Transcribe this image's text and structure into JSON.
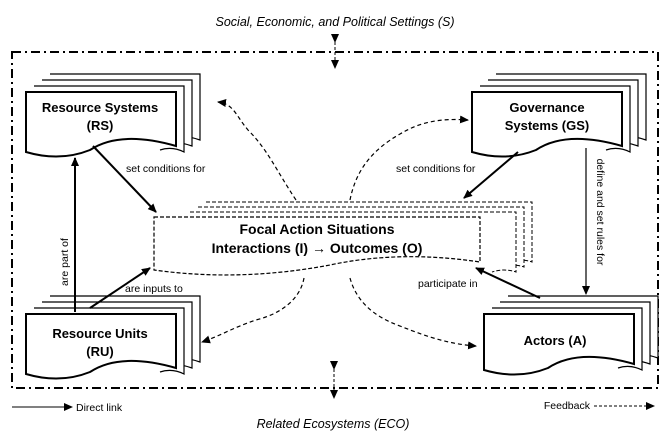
{
  "settings": {
    "top": "Social, Economic, and Political Settings (S)",
    "bottom": "Related Ecosystems (ECO)"
  },
  "nodes": {
    "resource_systems": {
      "line1": "Resource Systems",
      "line2": "(RS)"
    },
    "governance_systems": {
      "line1": "Governance",
      "line2": "Systems (GS)"
    },
    "resource_units": {
      "line1": "Resource Units",
      "line2": "(RU)"
    },
    "actors": {
      "line1": "Actors (A)"
    },
    "focal": {
      "line1": "Focal Action Situations",
      "line2": "Interactions (I) → Outcomes (O)"
    }
  },
  "edges": {
    "rs_set_conditions": "set conditions for",
    "gs_set_conditions": "set conditions for",
    "ru_part_of": "are part of",
    "ru_inputs": "are inputs to",
    "actors_participate": "participate in",
    "gs_define_rules": "define and set rules for"
  },
  "legend": {
    "direct": "Direct link",
    "feedback": "Feedback"
  }
}
